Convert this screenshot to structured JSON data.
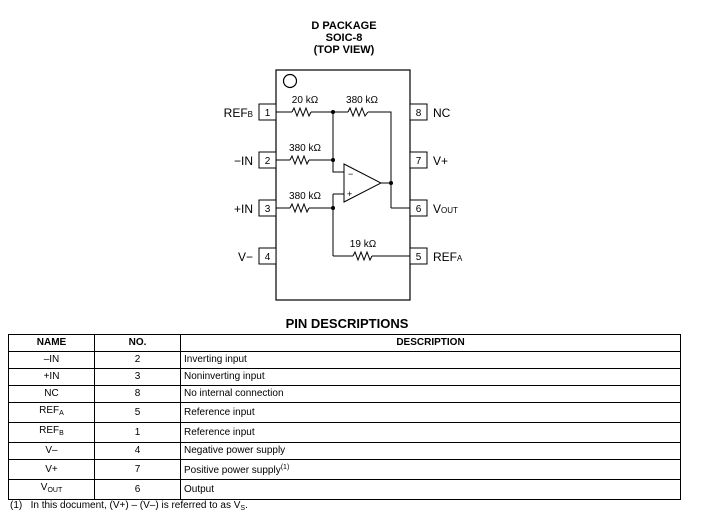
{
  "package": {
    "title_line1": "D PACKAGE",
    "title_line2": "SOIC-8",
    "title_line3": "(TOP VIEW)"
  },
  "pinout": {
    "pin1": {
      "number": "1",
      "label_main": "REF",
      "label_sub": "B"
    },
    "pin2": {
      "number": "2",
      "label": "−IN"
    },
    "pin3": {
      "number": "3",
      "label": "+IN"
    },
    "pin4": {
      "number": "4",
      "label": "V−"
    },
    "pin5": {
      "number": "5",
      "label_main": "REF",
      "label_sub": "A"
    },
    "pin6": {
      "number": "6",
      "label_main": "V",
      "label_sub": "OUT"
    },
    "pin7": {
      "number": "7",
      "label": "V+"
    },
    "pin8": {
      "number": "8",
      "label": "NC"
    }
  },
  "resistors": {
    "r_top_left": "20 kΩ",
    "r_top_right": "380 kΩ",
    "r_inv": "380 kΩ",
    "r_noninv": "380 kΩ",
    "r_ref_a": "19 kΩ"
  },
  "opamp": {
    "minus": "−",
    "plus": "+"
  },
  "pin_table": {
    "title": "PIN DESCRIPTIONS",
    "headers": {
      "name": "NAME",
      "no": "NO.",
      "description": "DESCRIPTION"
    },
    "rows": [
      {
        "name": "–IN",
        "no": "2",
        "description": "Inverting input"
      },
      {
        "name": "+IN",
        "no": "3",
        "description": "Noninverting input"
      },
      {
        "name": "NC",
        "no": "8",
        "description": "No internal connection"
      },
      {
        "name_main": "REF",
        "name_sub": "A",
        "no": "5",
        "description": "Reference input"
      },
      {
        "name_main": "REF",
        "name_sub": "B",
        "no": "1",
        "description": "Reference input"
      },
      {
        "name": "V–",
        "no": "4",
        "description": "Negative power supply"
      },
      {
        "name": "V+",
        "no": "7",
        "description": "Positive power supply",
        "note_ref": "(1)"
      },
      {
        "name_main": "V",
        "name_sub": "OUT",
        "no": "6",
        "description": "Output"
      }
    ]
  },
  "footnote": {
    "marker": "(1)",
    "text": "In this document, (V+) – (V–) is referred to as V",
    "sub": "S",
    "end": "."
  }
}
